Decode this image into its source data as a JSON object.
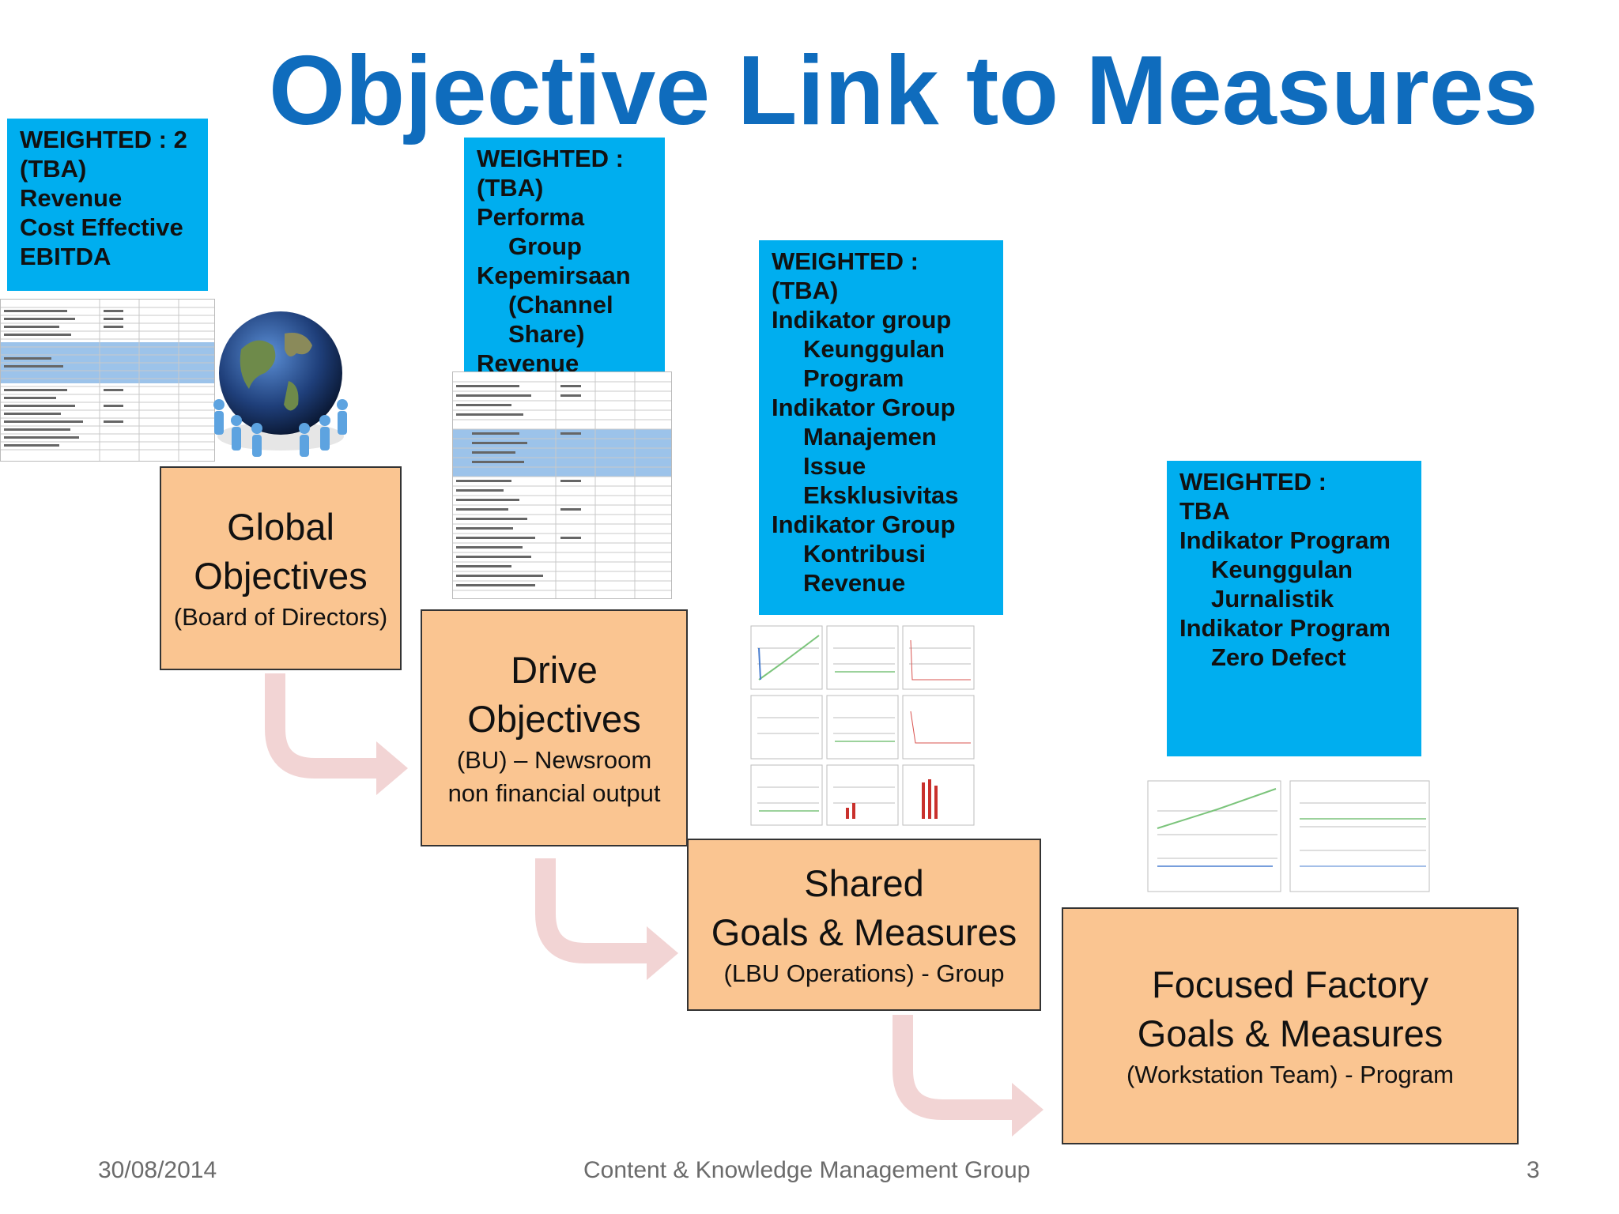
{
  "title": "Objective Link to Measures",
  "boxes": {
    "global_weight": [
      "WEIGHTED : 2",
      "(TBA)",
      "Revenue",
      "Cost Effective",
      "EBITDA"
    ],
    "drive_weight": [
      "WEIGHTED :",
      "(TBA)",
      "Performa",
      "Group",
      "Kepemirsaan",
      "(Channel",
      "Share)",
      "Revenue"
    ],
    "shared_weight": [
      "WEIGHTED :",
      "(TBA)",
      "Indikator group",
      "Keunggulan",
      "Program",
      "Indikator Group",
      "Manajemen",
      "Issue",
      "Eksklusivitas",
      "Indikator Group",
      "Kontribusi",
      "Revenue"
    ],
    "factory_weight": [
      "WEIGHTED :",
      "TBA",
      "Indikator Program",
      "Keunggulan",
      "Jurnalistik",
      "Indikator Program",
      "Zero Defect"
    ]
  },
  "stages": {
    "global": {
      "line1": "Global",
      "line2": "Objectives",
      "sub": "(Board of Directors)"
    },
    "drive": {
      "line1": "Drive",
      "line2": "Objectives",
      "sub1": "(BU) – Newsroom",
      "sub2": "non financial output"
    },
    "shared": {
      "line1": "Shared",
      "line2": "Goals & Measures",
      "sub": "(LBU Operations) - Group"
    },
    "factory": {
      "line1": "Focused Factory",
      "line2": "Goals & Measures",
      "sub": "(Workstation Team) - Program"
    }
  },
  "footer": {
    "date": "30/08/2014",
    "org": "Content & Knowledge Management Group",
    "page": "3"
  },
  "colors": {
    "title": "#0f6cbd",
    "weight_box": "#00aeef",
    "stage_box": "#fac591",
    "arrow": "#f2d4d4"
  }
}
